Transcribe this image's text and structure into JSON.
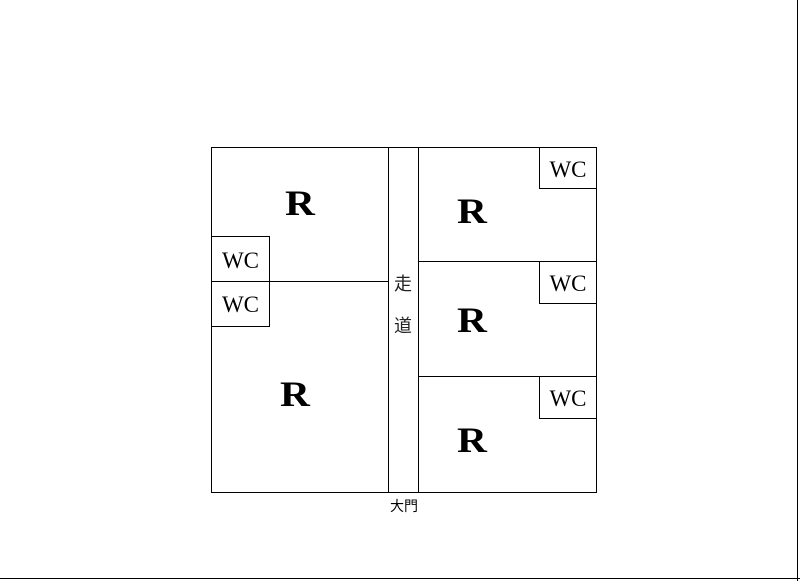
{
  "floor_plan": {
    "rooms": [
      {
        "label": "R"
      },
      {
        "label": "R"
      },
      {
        "label": "R"
      },
      {
        "label": "R"
      },
      {
        "label": "R"
      }
    ],
    "toilets": [
      {
        "label": "WC"
      },
      {
        "label": "WC"
      },
      {
        "label": "WC"
      },
      {
        "label": "WC"
      },
      {
        "label": "WC"
      }
    ],
    "corridor": {
      "char1": "走",
      "char2": "道"
    },
    "entrance": {
      "label": "大門"
    }
  }
}
